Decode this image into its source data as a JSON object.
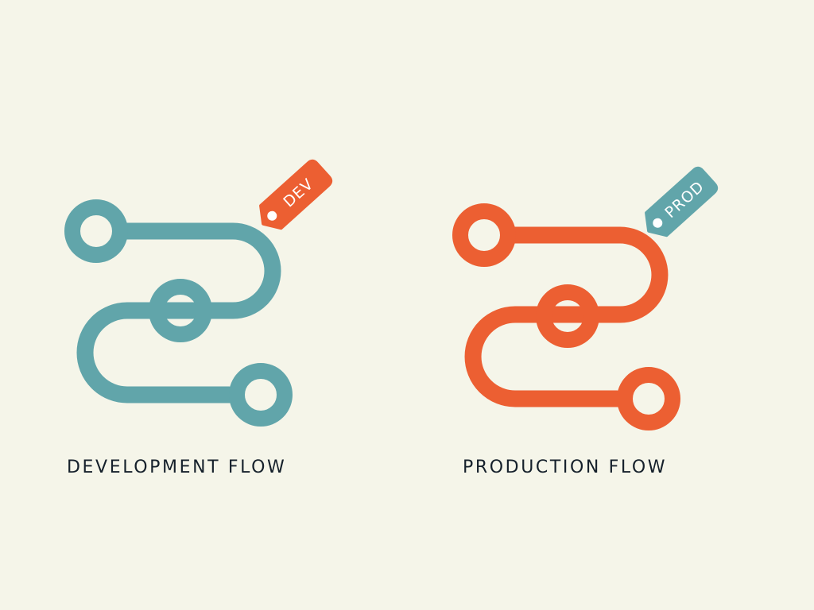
{
  "colors": {
    "background": "#f5f5e9",
    "teal": "#61a5aa",
    "orange": "#ec5f32",
    "text": "#15202b"
  },
  "flows": [
    {
      "tag_text": "DEV",
      "caption": "DEVELOPMENT FLOW",
      "line_color": "#61a5aa",
      "tag_color": "#ec5f32"
    },
    {
      "tag_text": "PROD",
      "caption": "PRODUCTION FLOW",
      "line_color": "#ec5f32",
      "tag_color": "#61a5aa"
    }
  ]
}
